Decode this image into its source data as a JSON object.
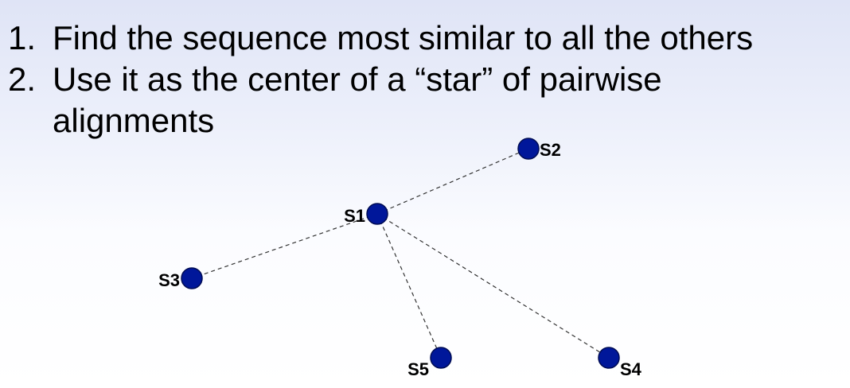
{
  "steps": [
    {
      "number": "1.",
      "text": "Find the sequence most similar to all the others"
    },
    {
      "number": "2.",
      "text": "Use it as the center of a “star” of pairwise alignments"
    }
  ],
  "diagram": {
    "center": "S1",
    "nodes": [
      {
        "id": "s1",
        "label": "S1"
      },
      {
        "id": "s2",
        "label": "S2"
      },
      {
        "id": "s3",
        "label": "S3"
      },
      {
        "id": "s4",
        "label": "S4"
      },
      {
        "id": "s5",
        "label": "S5"
      }
    ],
    "edges": [
      {
        "from": "S1",
        "to": "S2"
      },
      {
        "from": "S1",
        "to": "S3"
      },
      {
        "from": "S1",
        "to": "S4"
      },
      {
        "from": "S1",
        "to": "S5"
      }
    ],
    "colors": {
      "node_fill": "#00179a",
      "edge": "#333333"
    }
  }
}
